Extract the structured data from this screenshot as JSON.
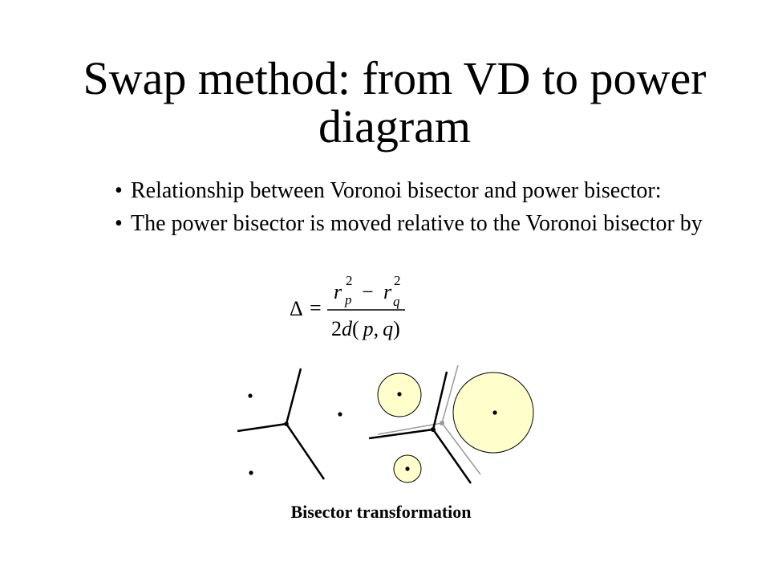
{
  "slide": {
    "title": "Swap method: from VD to power diagram",
    "bullet_glyph": "•",
    "bullets": [
      "Relationship between Voronoi bisector and power bisector:",
      "The power bisector is moved relative to the Voronoi bisector by"
    ],
    "formula": {
      "lhs": "Δ",
      "equals": "=",
      "numerator": {
        "term1": {
          "base": "r",
          "sub": "p",
          "sup": "2"
        },
        "operator": "−",
        "term2": {
          "base": "r",
          "sub": "q",
          "sup": "2"
        }
      },
      "denominator": [
        "2",
        "d",
        "(",
        "p",
        ",",
        "q",
        ")"
      ]
    },
    "caption": "Bisector transformation"
  },
  "colors": {
    "background": "#FFFFFF",
    "text": "#000000",
    "circle_fill": "#FFFFCC",
    "voronoi_bisector": "#000000",
    "power_bisector": "#9A9A9A"
  }
}
